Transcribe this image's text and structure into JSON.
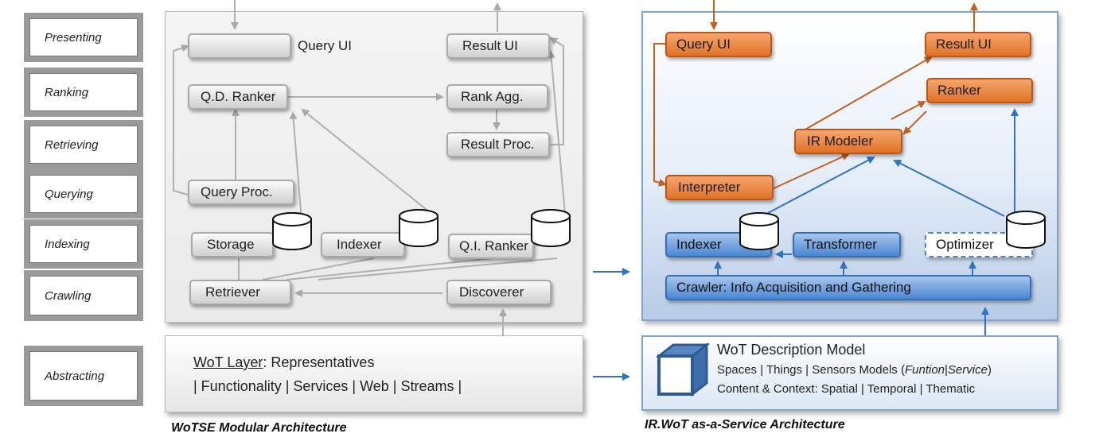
{
  "layers": [
    "Presenting",
    "Ranking",
    "Retrieving",
    "Querying",
    "Indexing",
    "Crawling"
  ],
  "abstract_layer": "Abstracting",
  "left": {
    "query_ui": "Query UI",
    "result_ui": "Result UI",
    "qd_ranker": "Q.D. Ranker",
    "rank_agg": "Rank Agg.",
    "result_proc": "Result Proc.",
    "query_proc": "Query Proc.",
    "storage": "Storage",
    "indexer": "Indexer",
    "qi_ranker": "Q.I. Ranker",
    "retriever": "Retriever",
    "discoverer": "Discoverer",
    "wot_layer_label": "WoT Layer",
    "wot_layer_rest": ": Representatives",
    "wot_layer_line2": "| Functionality | Services | Web | Streams |",
    "caption": "WoTSE Modular Architecture"
  },
  "right": {
    "query_ui": "Query UI",
    "result_ui": "Result UI",
    "ranker": "Ranker",
    "ir_modeler": "IR Modeler",
    "interpreter": "Interpreter",
    "indexer": "Indexer",
    "transformer": "Transformer",
    "optimizer": "Optimizer",
    "crawler": "Crawler: Info Acquisition and Gathering",
    "wot_title": "WoT Description Model",
    "wot_line1_pre": "Spaces | Things | Sensors Models (",
    "wot_line1_a": "Funtion",
    "wot_line1_sep": "|",
    "wot_line1_b": "Service",
    "wot_line1_post": ")",
    "wot_line2": "Content & Context: Spatial | Temporal | Thematic",
    "caption": "IR.WoT as-a-Service Architecture"
  },
  "colors": {
    "orange": "#e07327",
    "blue": "#2f73c2",
    "gray": "#a9a9a9"
  }
}
